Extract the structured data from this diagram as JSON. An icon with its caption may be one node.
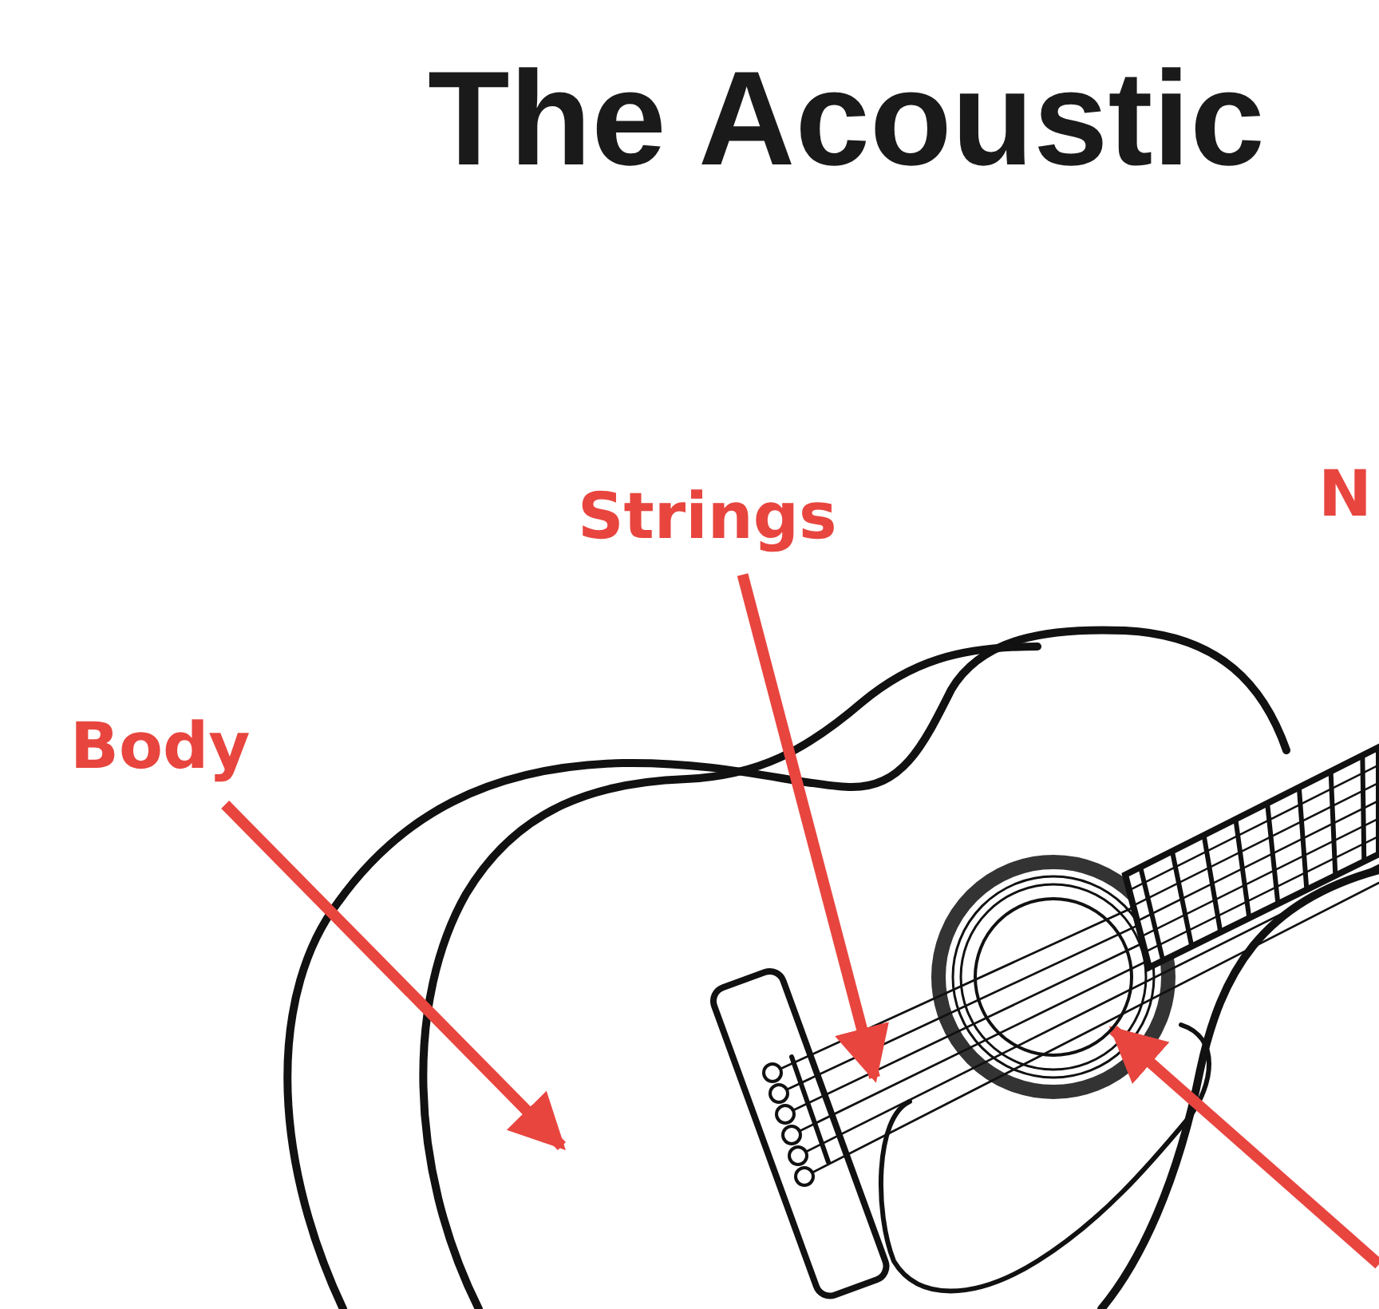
{
  "diagram": {
    "title": "The Acoustic",
    "nodes": [
      {
        "text": [
          "Body"
        ]
      },
      {
        "text": [
          "Strings"
        ]
      },
      {
        "text": [],
        "shape": "circle"
      }
    ],
    "edges": [
      {
        "from": 0,
        "to": null,
        "arrow": "to"
      },
      {
        "from": 1,
        "to": null,
        "arrow": "to"
      },
      {
        "from": null,
        "to": 2,
        "arrow": "to"
      }
    ],
    "labels": [
      "N"
    ]
  }
}
